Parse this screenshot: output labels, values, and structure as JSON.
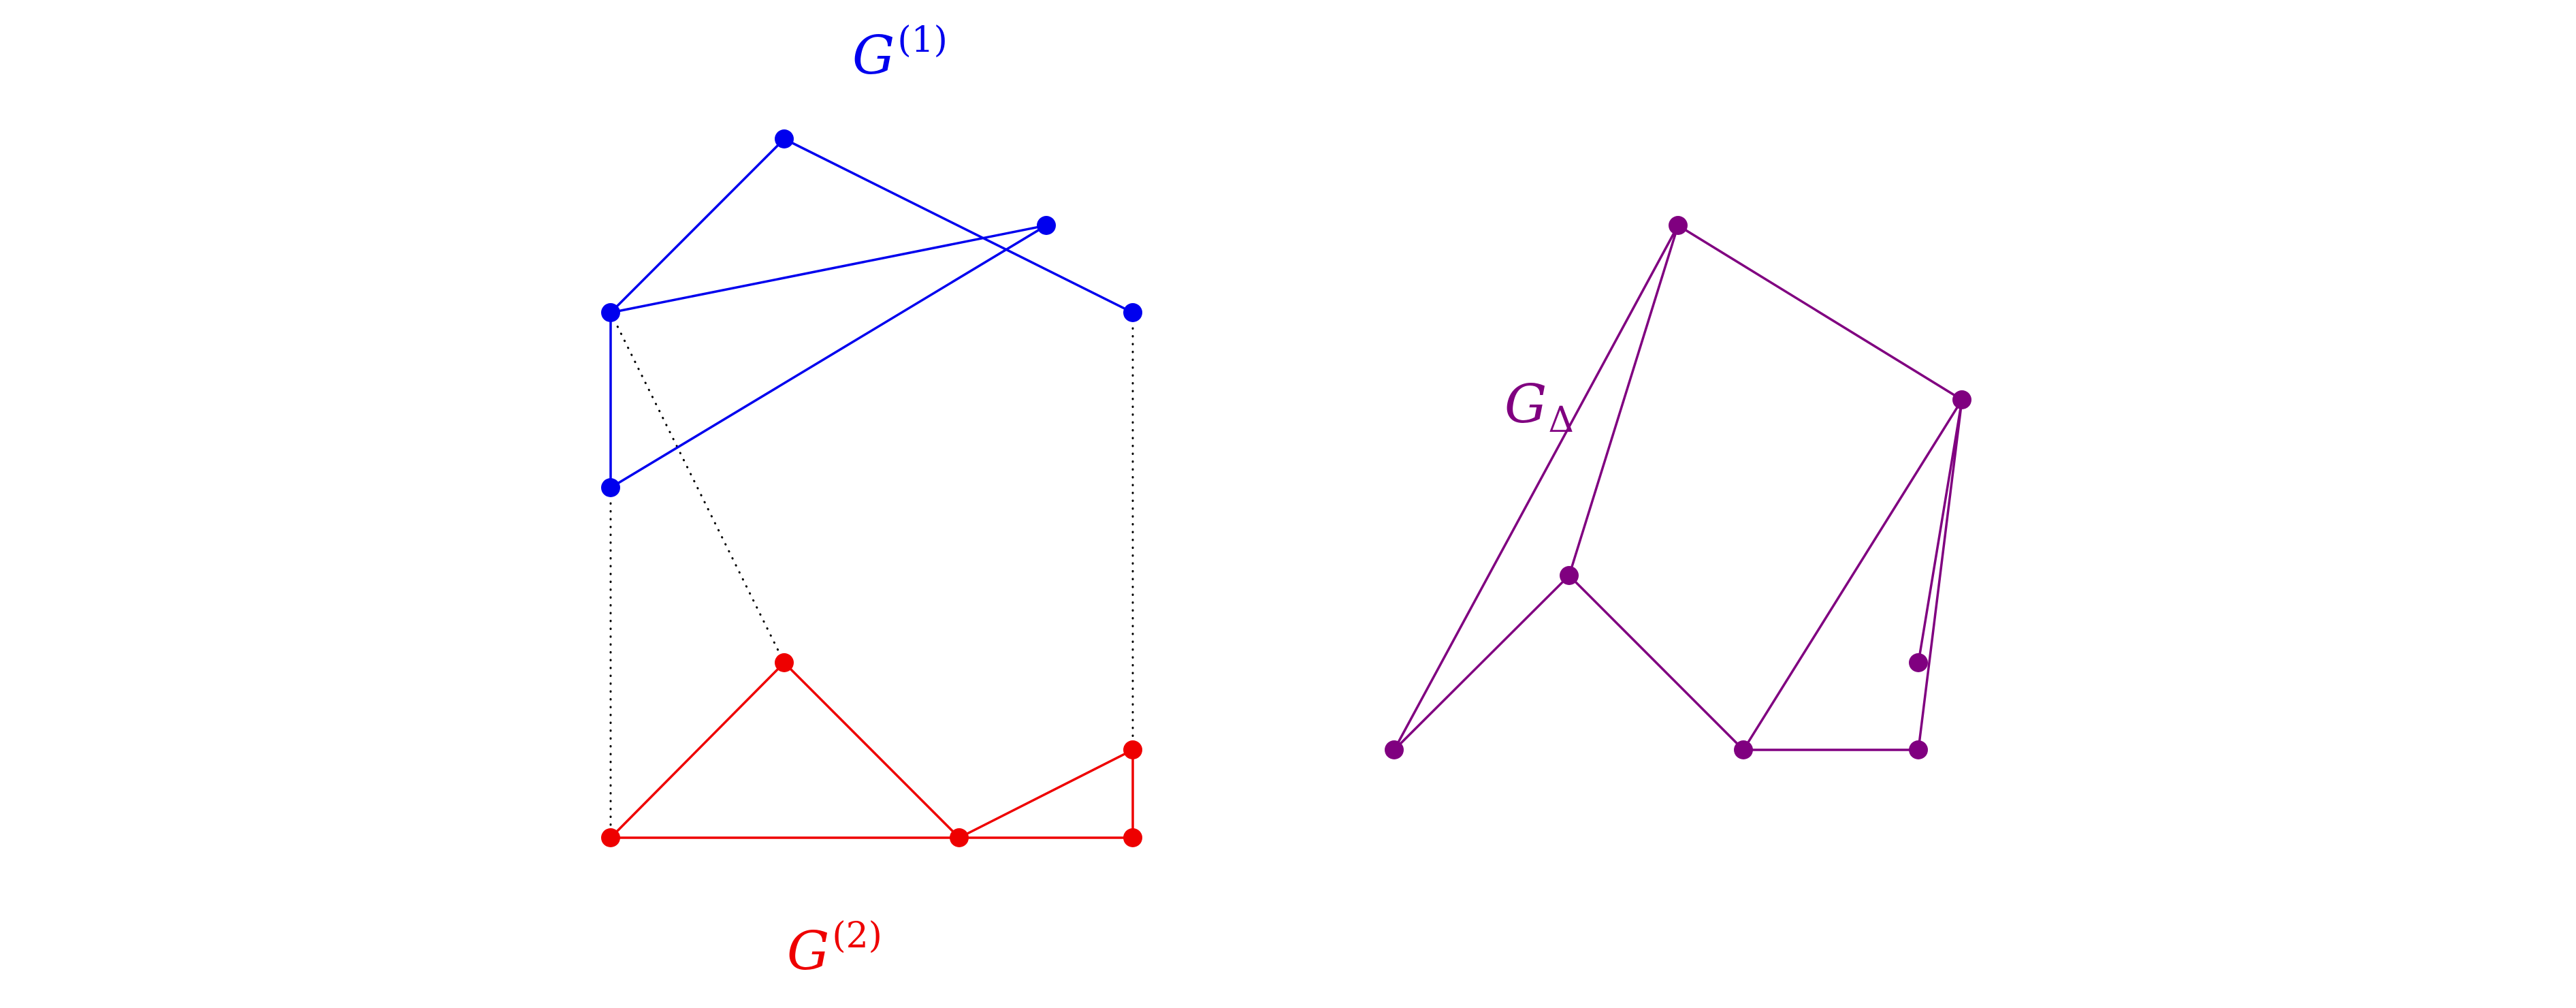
{
  "colors": {
    "g1": "#0000ee",
    "g2": "#ee0000",
    "delta": "#800080",
    "dotted": "#000000",
    "background": "#ffffff"
  },
  "labels": {
    "g1": {
      "base": "G",
      "sup": "(1)"
    },
    "g2": {
      "base": "G",
      "sup": "(2)"
    },
    "delta": {
      "base": "G",
      "sub": "Δ"
    }
  },
  "graphs": {
    "g1": {
      "nodes": [
        "a",
        "b",
        "c",
        "d",
        "e"
      ],
      "edges": [
        [
          "a",
          "b"
        ],
        [
          "a",
          "c"
        ],
        [
          "a",
          "d"
        ],
        [
          "c",
          "e"
        ],
        [
          "b",
          "d"
        ]
      ]
    },
    "g2": {
      "nodes": [
        "f",
        "g",
        "h",
        "i",
        "j"
      ],
      "edges": [
        [
          "f",
          "g"
        ],
        [
          "g",
          "h"
        ],
        [
          "f",
          "h"
        ],
        [
          "h",
          "j"
        ],
        [
          "h",
          "i"
        ],
        [
          "i",
          "j"
        ]
      ]
    },
    "cross": {
      "edges": [
        [
          "b",
          "f"
        ],
        [
          "a",
          "g"
        ],
        [
          "e",
          "i"
        ]
      ]
    },
    "delta": {
      "nodes": [
        "p",
        "q",
        "r",
        "s",
        "t",
        "u",
        "v"
      ],
      "edges": [
        [
          "p",
          "q"
        ],
        [
          "p",
          "r"
        ],
        [
          "q",
          "r"
        ],
        [
          "q",
          "s"
        ],
        [
          "r",
          "t"
        ],
        [
          "s",
          "t"
        ],
        [
          "s",
          "u"
        ],
        [
          "t",
          "u"
        ],
        [
          "t",
          "v"
        ]
      ]
    }
  }
}
